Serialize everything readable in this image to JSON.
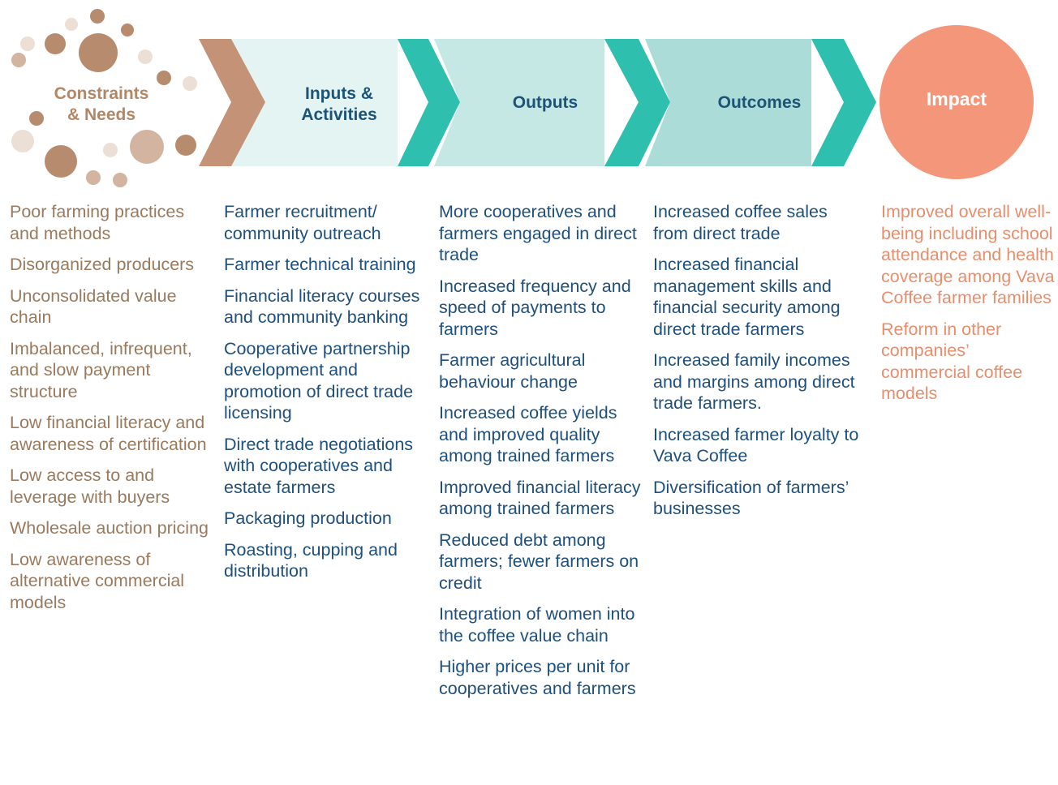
{
  "colors": {
    "brown_chevron": "#c49276",
    "dot_dark": "#b78b6d",
    "dot_mid": "#d3b4a0",
    "dot_light": "#ecdfd5",
    "teal_chevron": "#2fbfae",
    "panel_light": "#e3f4f2",
    "panel_mid": "#c6e8e4",
    "panel_dark": "#acdcd7",
    "impact_circle": "#f4967a",
    "header_blue": "#1d5376",
    "text_brown": "#9a7a5e",
    "text_blue": "#1e4f7d",
    "text_salmon": "#e88e6c"
  },
  "headers": {
    "constraints": "Constraints\n& Needs",
    "inputs": "Inputs &\nActivities",
    "outputs": "Outputs",
    "outcomes": "Outcomes",
    "impact": "Impact"
  },
  "columns": {
    "constraints": [
      "Poor farming practices and methods",
      "Disorganized producers",
      "Unconsolidated value chain",
      "Imbalanced, infrequent, and slow payment structure",
      "Low financial literacy and awareness of certification",
      "Low access to and leverage with buyers",
      "Wholesale auction pricing",
      "Low awareness of alternative commercial models"
    ],
    "inputs": [
      "Farmer recruitment/ community outreach",
      "Farmer technical training",
      "Financial literacy courses and community banking",
      "Cooperative partnership development and promotion of direct trade licensing",
      "Direct trade negotiations with cooperatives and estate farmers",
      "Packaging production",
      "Roasting, cupping and distribution"
    ],
    "outputs": [
      "More cooperatives and farmers engaged in direct trade",
      "Increased frequency and speed of payments to farmers",
      "Farmer agricultural behaviour change",
      "Increased coffee yields and improved quality among trained farmers",
      "Improved financial literacy among trained farmers",
      "Reduced debt among farmers; fewer farmers on credit",
      "Integration of women into the coffee value chain",
      "Higher prices per unit for cooperatives and farmers"
    ],
    "outcomes": [
      "Increased coffee sales from direct trade",
      "Increased financial management skills and financial security among direct trade farmers",
      "Increased family incomes and margins among direct trade farmers.",
      "Increased farmer loyalty to Vava Coffee",
      "Diversification of farmers’ businesses"
    ],
    "impact": [
      "Improved overall well-being including school attendance and health coverage among Vava Coffee farmer families",
      "Reform in other companies’ commercial coffee models"
    ]
  }
}
